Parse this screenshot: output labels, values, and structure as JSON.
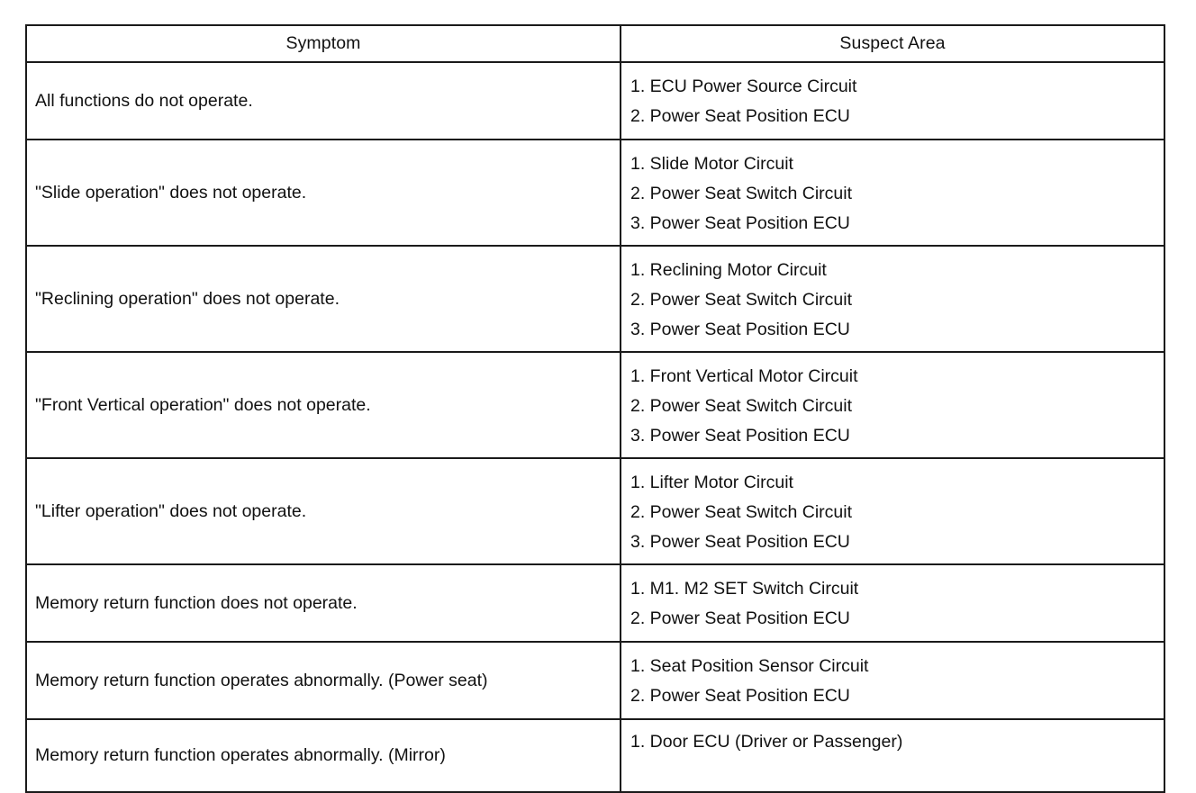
{
  "table": {
    "headers": {
      "symptom": "Symptom",
      "suspect_area": "Suspect Area"
    },
    "rows": [
      {
        "symptom": "All functions do not operate.",
        "suspect_area": [
          "1. ECU Power Source Circuit",
          "2. Power Seat Position ECU"
        ]
      },
      {
        "symptom": "\"Slide operation\" does not operate.",
        "suspect_area": [
          "1. Slide Motor Circuit",
          "2. Power Seat Switch Circuit",
          "3. Power Seat Position ECU"
        ]
      },
      {
        "symptom": "\"Reclining operation\" does not operate.",
        "suspect_area": [
          "1. Reclining Motor Circuit",
          "2. Power Seat Switch Circuit",
          "3. Power Seat Position ECU"
        ]
      },
      {
        "symptom": "\"Front Vertical operation\" does not operate.",
        "suspect_area": [
          "1. Front Vertical Motor Circuit",
          "2. Power Seat Switch Circuit",
          "3. Power Seat Position ECU"
        ]
      },
      {
        "symptom": "\"Lifter operation\" does not operate.",
        "suspect_area": [
          "1. Lifter Motor Circuit",
          "2. Power Seat Switch Circuit",
          "3. Power Seat Position ECU"
        ]
      },
      {
        "symptom": "Memory return function does not operate.",
        "suspect_area": [
          "1. M1. M2 SET Switch Circuit",
          "2. Power Seat Position ECU"
        ]
      },
      {
        "symptom": "Memory return function operates abnormally. (Power seat)",
        "suspect_area": [
          "1. Seat Position Sensor Circuit",
          "2. Power Seat Position ECU"
        ]
      },
      {
        "symptom": "Memory return function operates abnormally. (Mirror)",
        "suspect_area": [
          "1. Door ECU (Driver or Passenger)"
        ]
      }
    ]
  }
}
